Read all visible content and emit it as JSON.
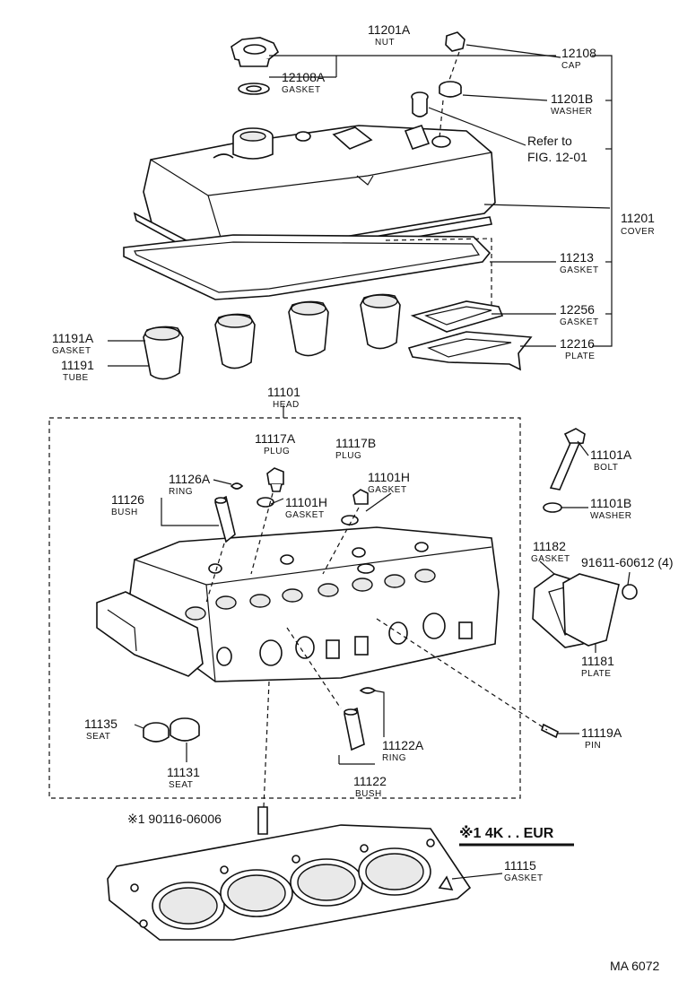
{
  "labels": {
    "nut_no": "11201A",
    "nut": "NUT",
    "cap_no": "12108",
    "cap": "CAP",
    "capgasket_no": "12108A",
    "capgasket": "GASKET",
    "washer_no": "11201B",
    "washer": "WASHER",
    "refer_line1": "Refer to",
    "refer_line2": "FIG. 12-01",
    "cover_no": "11201",
    "cover": "COVER",
    "covergasket_no": "11213",
    "covergasket": "GASKET",
    "plategasket_no": "12256",
    "plategasket": "GASKET",
    "plate_no": "12216",
    "plate": "PLATE",
    "tubegasket_no": "11191A",
    "tubegasket": "GASKET",
    "tube_no": "11191",
    "tube": "TUBE",
    "head_no": "11101",
    "head": "HEAD",
    "plugA_no": "11117A",
    "plugA": "PLUG",
    "plugB_no": "11117B",
    "plugB": "PLUG",
    "ring_no": "11126A",
    "ring": "RING",
    "bush_no": "11126",
    "bush": "BUSH",
    "gasketH1_no": "11101H",
    "gasketH1": "GASKET",
    "gasketH2_no": "11101H",
    "gasketH2": "GASKET",
    "bolt_no": "11101A",
    "bolt": "BOLT",
    "boltwasher_no": "11101B",
    "boltwasher": "WASHER",
    "sidegasket_no": "11182",
    "sidegasket": "GASKET",
    "screw_no": "91611-60612 (4)",
    "sideplate_no": "11181",
    "sideplate": "PLATE",
    "seat135_no": "11135",
    "seat135": "SEAT",
    "seat131_no": "11131",
    "seat131": "SEAT",
    "ring122_no": "11122A",
    "ring122": "RING",
    "bush122_no": "11122",
    "bush122": "BUSH",
    "pin_no": "11119A",
    "pin": "PIN",
    "stud_no": "※1 90116-06006",
    "note": "※1 4K . . EUR",
    "headgasket_no": "11115",
    "headgasket": "GASKET",
    "code": "MA  6072"
  }
}
